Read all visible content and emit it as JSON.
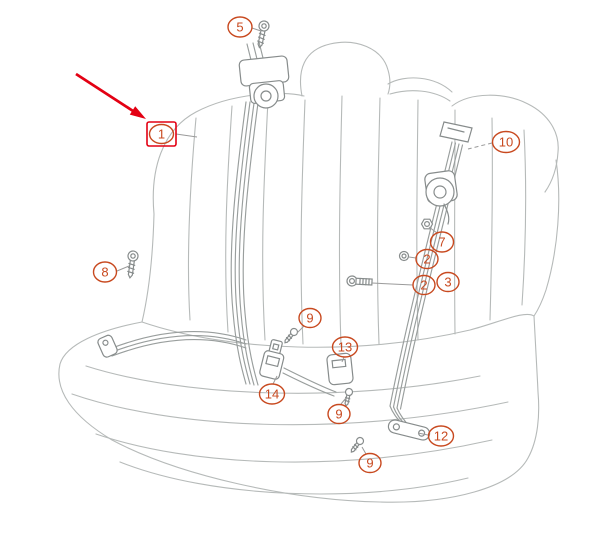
{
  "drawing": {
    "subject": "rear-bench-seat-with-seatbelts-parts-diagram",
    "highlighted_item": "1"
  },
  "colors": {
    "callout": "#c8491f",
    "highlight_red": "#e30013",
    "line_art": "#b6bab9",
    "hardware": "#878c8c"
  },
  "callouts": [
    {
      "label": "5"
    },
    {
      "label": "1",
      "highlighted": true
    },
    {
      "label": "10"
    },
    {
      "label": "7"
    },
    {
      "label": "2"
    },
    {
      "label": "2"
    },
    {
      "label": "3"
    },
    {
      "label": "8"
    },
    {
      "label": "9"
    },
    {
      "label": "13"
    },
    {
      "label": "14"
    },
    {
      "label": "9"
    },
    {
      "label": "12"
    },
    {
      "label": "9"
    }
  ]
}
